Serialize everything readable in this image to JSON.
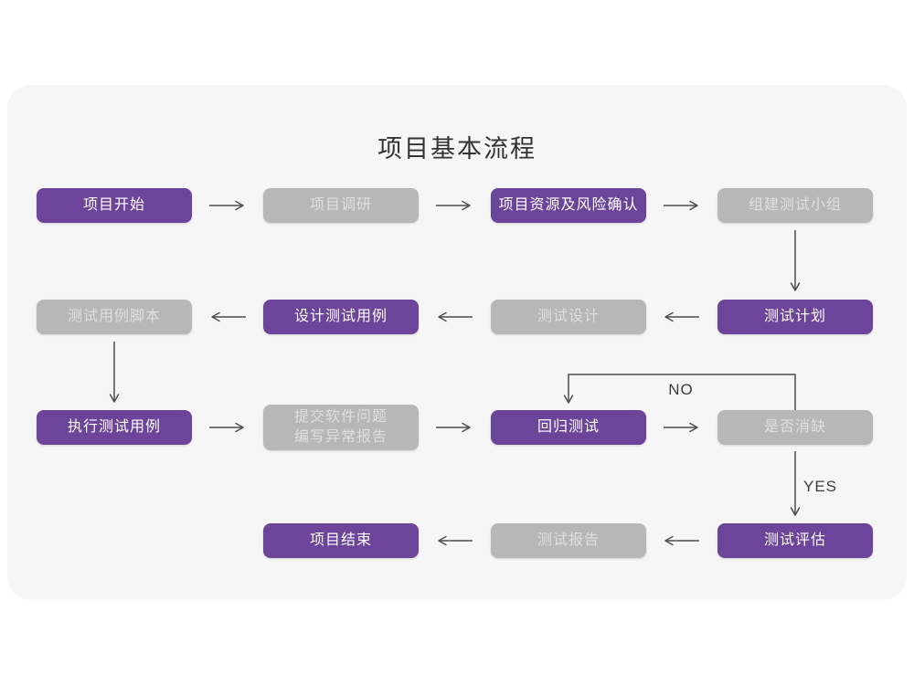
{
  "title": "项目基本流程",
  "labels": {
    "no": "NO",
    "yes": "YES"
  },
  "colors": {
    "purple": "#6C4499",
    "graybox": "#B7B7B7",
    "card": "#F6F6F7",
    "arrow": "#4D4D4D",
    "title": "#333333",
    "purple_text": "#FFFFFF",
    "gray_text": "#DFDFDF"
  },
  "nodes": [
    {
      "id": "project-start",
      "label": "项目开始",
      "variant": "purple"
    },
    {
      "id": "project-research",
      "label": "项目调研",
      "variant": "gray"
    },
    {
      "id": "resource-risk-confirm",
      "label": "项目资源及风险确认",
      "variant": "purple"
    },
    {
      "id": "build-test-team",
      "label": "组建测试小组",
      "variant": "gray"
    },
    {
      "id": "test-plan",
      "label": "测试计划",
      "variant": "purple"
    },
    {
      "id": "test-design",
      "label": "测试设计",
      "variant": "gray"
    },
    {
      "id": "design-test-cases",
      "label": "设计测试用例",
      "variant": "purple"
    },
    {
      "id": "test-case-scripts",
      "label": "测试用例脚本",
      "variant": "gray"
    },
    {
      "id": "execute-test-cases",
      "label": "执行测试用例",
      "variant": "purple"
    },
    {
      "id": "submit-issue-report",
      "label": "提交软件问题\n编写异常报告",
      "variant": "gray"
    },
    {
      "id": "regression-test",
      "label": "回归测试",
      "variant": "purple"
    },
    {
      "id": "defect-resolved",
      "label": "是否消缺",
      "variant": "gray"
    },
    {
      "id": "test-evaluation",
      "label": "测试评估",
      "variant": "purple"
    },
    {
      "id": "test-report",
      "label": "测试报告",
      "variant": "gray"
    },
    {
      "id": "project-end",
      "label": "项目结束",
      "variant": "purple"
    }
  ]
}
